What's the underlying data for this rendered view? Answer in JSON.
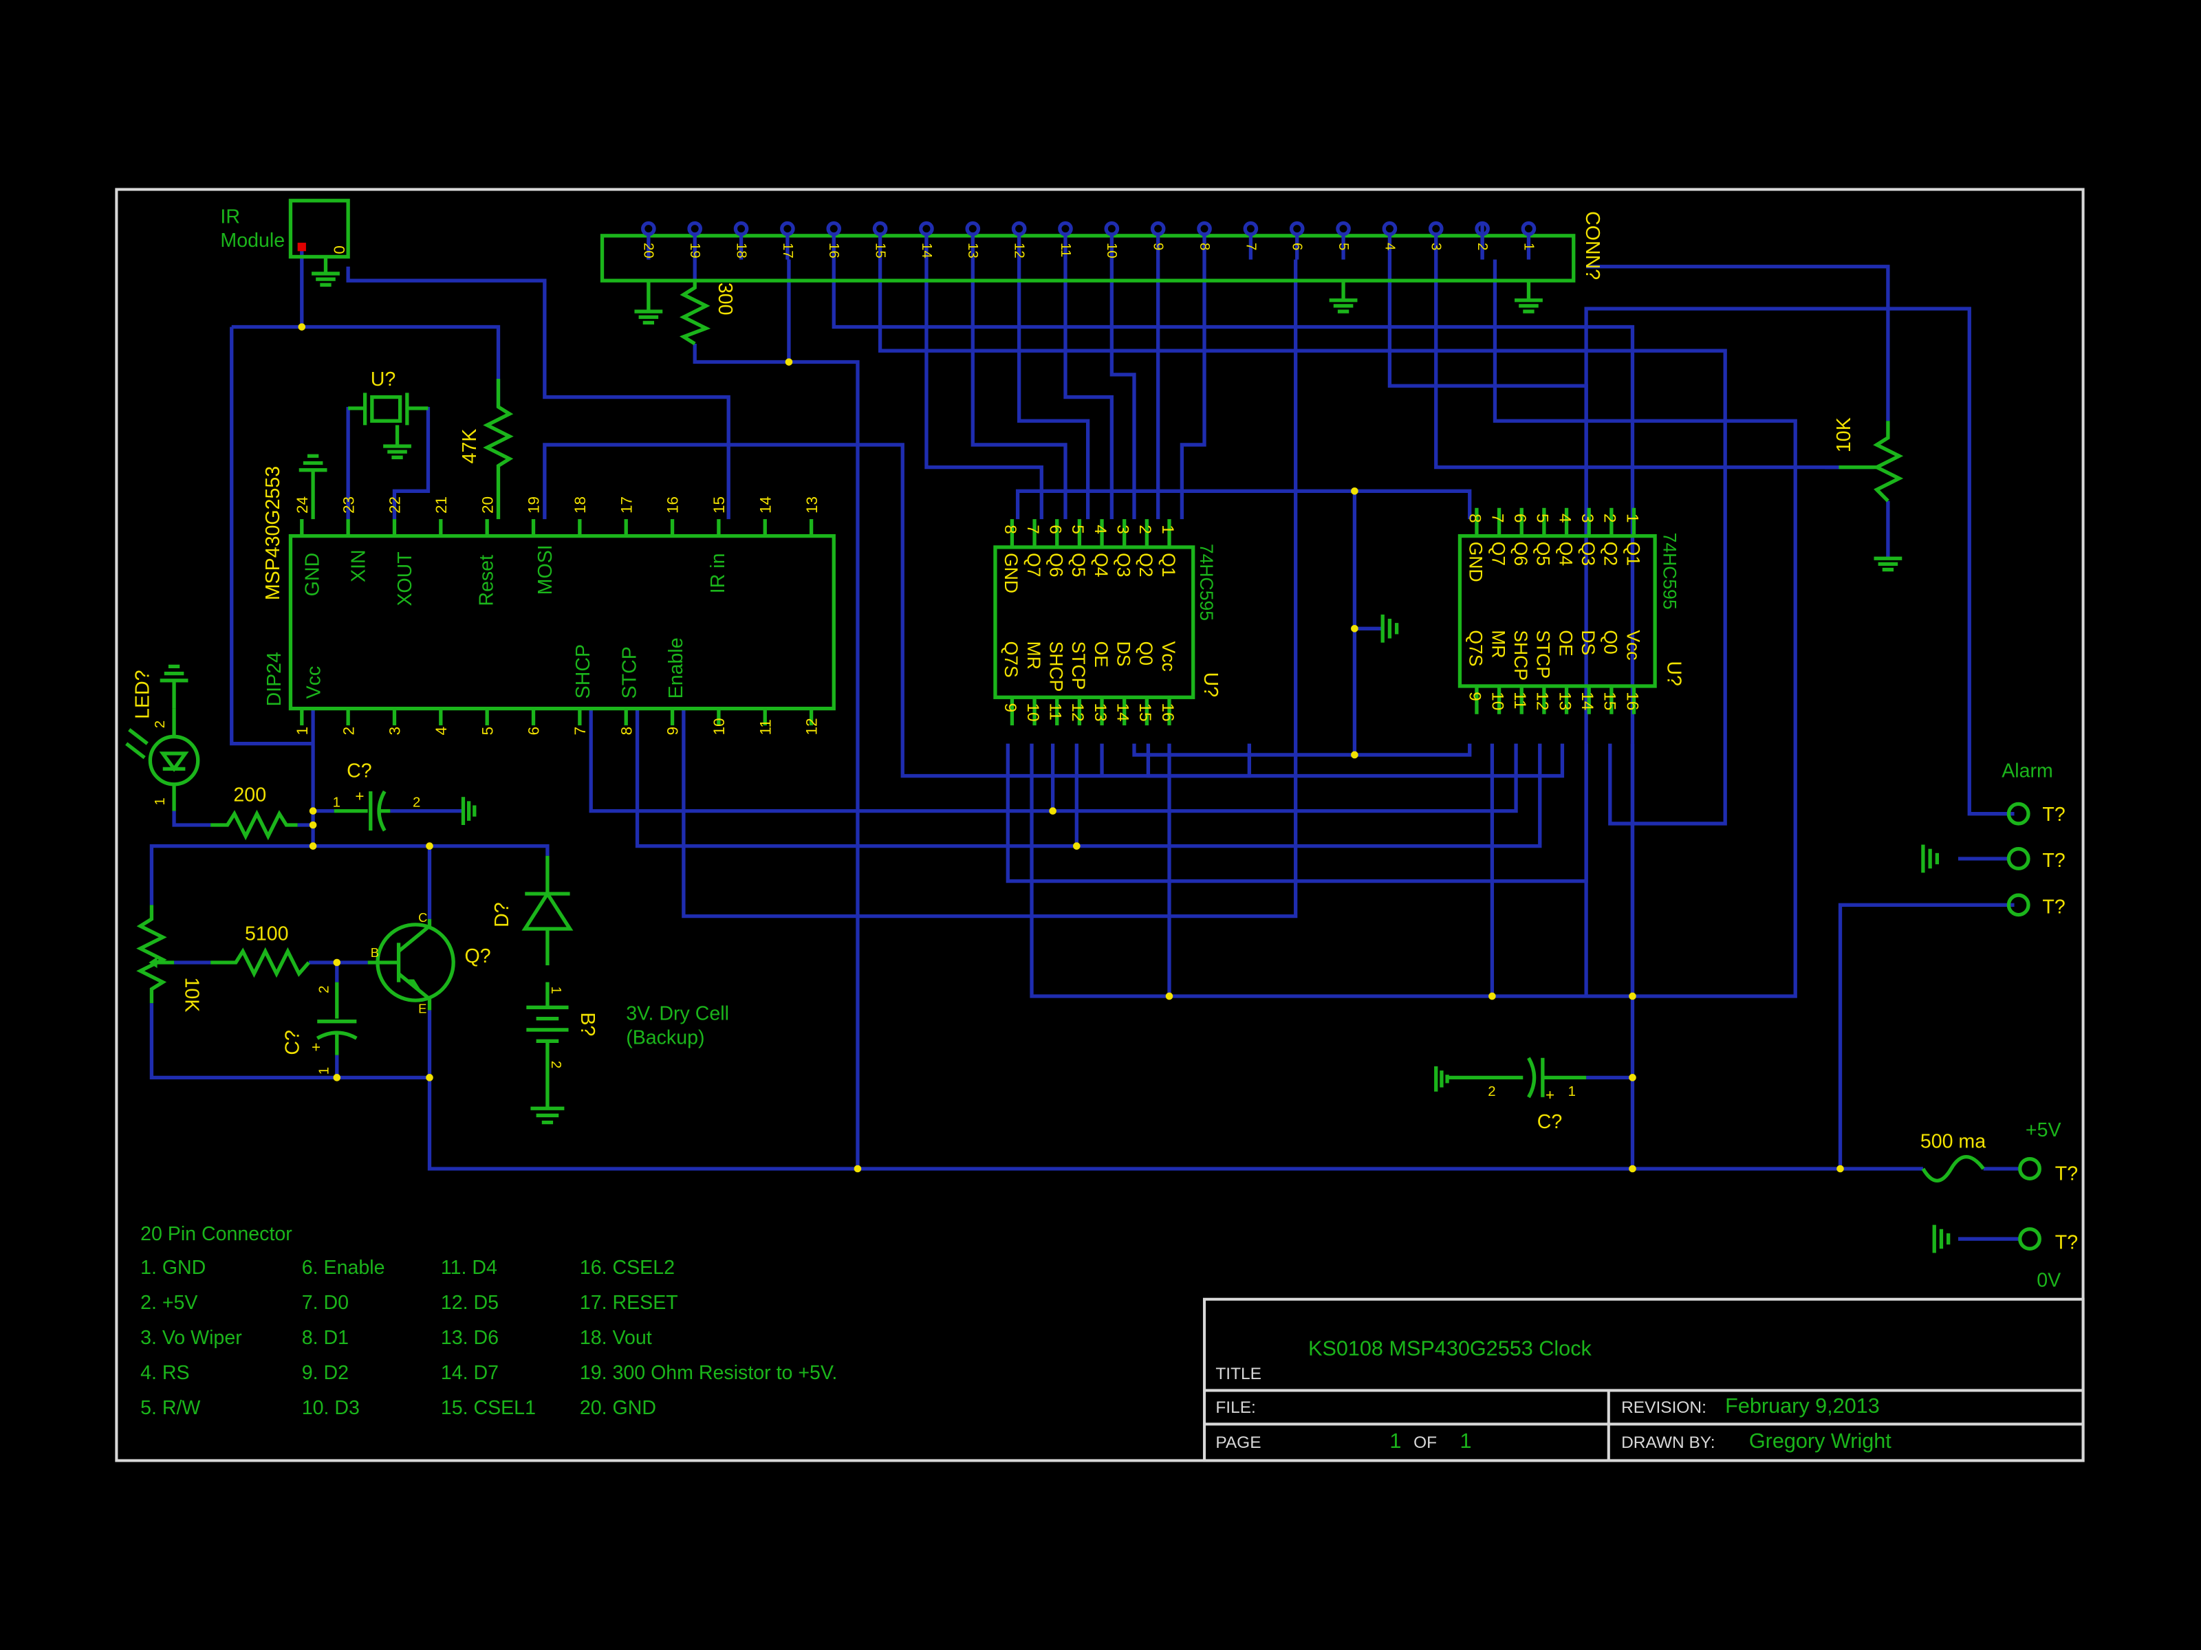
{
  "colors": {
    "background": "#000000",
    "wire": "#1f2db0",
    "component": "#1bb51b",
    "label_green": "#1bb51b",
    "label_yellow": "#f2e200",
    "frame": "#d8d8d8"
  },
  "labels": {
    "ir_module_1": "IR",
    "ir_module_2": "Module",
    "ir_pin": "0",
    "crystal": "U?",
    "r47k": "47K",
    "r300": "300",
    "mcu_name": "MSP430G2553",
    "mcu_pkg": "DIP24",
    "led": "LED?",
    "r200": "200",
    "r5100": "5100",
    "pot10k_left": "10K",
    "pot10k_right": "10K",
    "cap": "C?",
    "transistor": "Q?",
    "diode": "D?",
    "battery": "B?",
    "battery_desc_1": "3V. Dry Cell",
    "battery_desc_2": "(Backup)",
    "conn": "CONN?",
    "shift_reg": "74HC595",
    "shift_ref": "U?",
    "alarm": "Alarm",
    "terminal": "T?",
    "fuse": "500 ma",
    "plus5v": "+5V",
    "zero_v": "0V",
    "pin1": "1",
    "pin2": "2",
    "pin_b": "B",
    "pin_c": "C",
    "pin_e": "E",
    "plus": "+"
  },
  "mcu_top_pins": [
    "24",
    "23",
    "22",
    "21",
    "20",
    "19",
    "18",
    "17",
    "16",
    "15",
    "14",
    "13"
  ],
  "mcu_bottom_pins": [
    "1",
    "2",
    "3",
    "4",
    "5",
    "6",
    "7",
    "8",
    "9",
    "10",
    "11",
    "12"
  ],
  "mcu_signals": {
    "gnd": "GND",
    "xin": "XIN",
    "xout": "XOUT",
    "reset": "Reset",
    "mosi": "MOSI",
    "irin": "IR in",
    "vcc": "Vcc",
    "shcp": "SHCP",
    "stcp": "STCP",
    "enable": "Enable"
  },
  "conn_pins": [
    "20",
    "19",
    "18",
    "17",
    "16",
    "15",
    "14",
    "13",
    "12",
    "11",
    "10",
    "9",
    "8",
    "7",
    "6",
    "5",
    "4",
    "3",
    "2",
    "1"
  ],
  "sr_top_pins": [
    "8",
    "7",
    "6",
    "5",
    "4",
    "3",
    "2",
    "1"
  ],
  "sr_top_names": [
    "GND",
    "Q7",
    "Q6",
    "Q5",
    "Q4",
    "Q3",
    "Q2",
    "Q1"
  ],
  "sr_bottom_pins": [
    "9",
    "10",
    "11",
    "12",
    "13",
    "14",
    "15",
    "16"
  ],
  "sr_bottom_names": [
    "Q7S",
    "MR",
    "SHCP",
    "STCP",
    "OE",
    "DS",
    "Q0",
    "Vcc"
  ],
  "legend": {
    "title": "20 Pin Connector",
    "col1": [
      "1. GND",
      "2. +5V",
      "3. Vo Wiper",
      "4. RS",
      "5. R/W"
    ],
    "col2": [
      "6. Enable",
      "7. D0",
      "8. D1",
      "9. D2",
      "10. D3"
    ],
    "col3": [
      "11. D4",
      "12. D5",
      "13. D6",
      "14. D7",
      "15. CSEL1"
    ],
    "col4": [
      "16. CSEL2",
      "17. RESET",
      "18. Vout",
      "19. 300 Ohm Resistor to +5V.",
      "20. GND"
    ]
  },
  "title_block": {
    "title_label": "TITLE",
    "title": "KS0108 MSP430G2553 Clock",
    "file_label": "FILE:",
    "revision_label": "REVISION:",
    "revision": "February 9,2013",
    "page_label": "PAGE",
    "page": "1",
    "of_label": "OF",
    "pages": "1",
    "drawn_label": "DRAWN BY:",
    "drawn_by": "Gregory Wright"
  }
}
